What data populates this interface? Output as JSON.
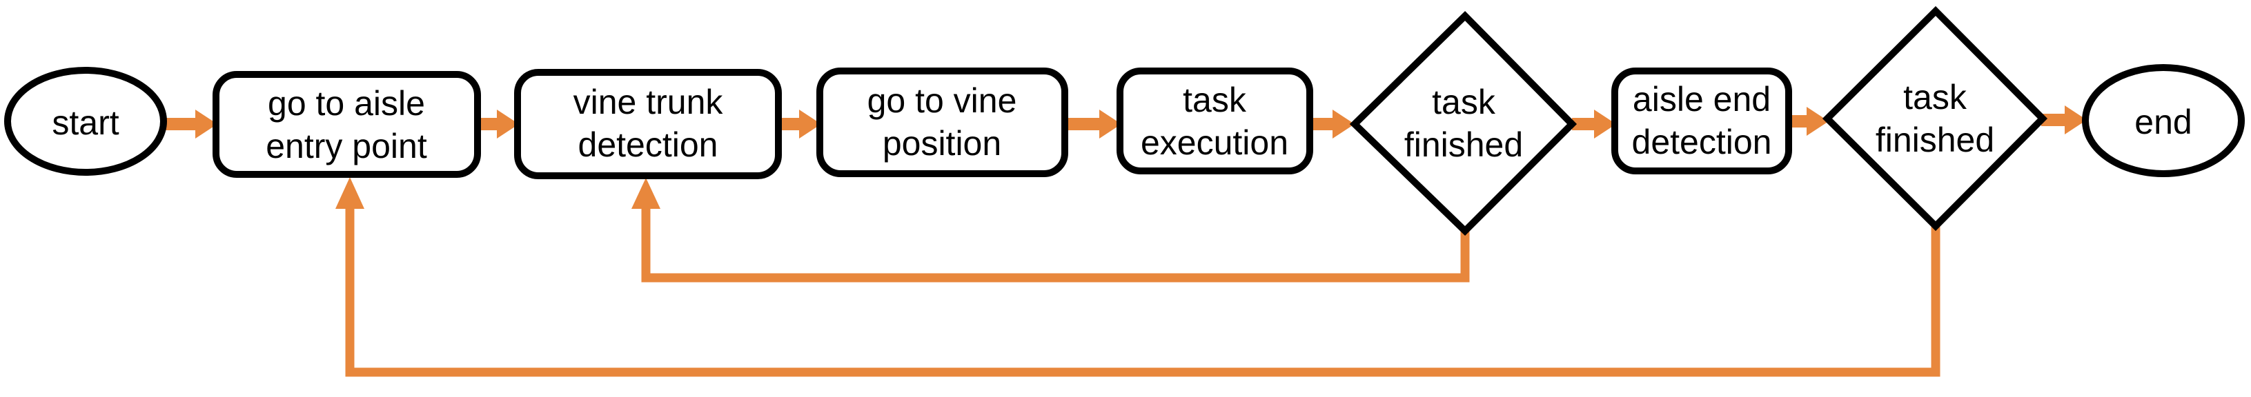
{
  "diagram": {
    "type": "flowchart",
    "direction": "left-to-right",
    "background": "#ffffff",
    "colors": {
      "arrow": "#E8873C",
      "shape_stroke": "#000000",
      "shape_fill": "#ffffff",
      "text": "#000000"
    },
    "nodes": [
      {
        "id": "start",
        "shape": "ellipse",
        "label": "start",
        "lines": [
          "start"
        ]
      },
      {
        "id": "go_to_aisle_entry_point",
        "shape": "rounded-rect",
        "label": "go to aisle entry point",
        "lines": [
          "go to aisle",
          "entry point"
        ]
      },
      {
        "id": "vine_trunk_detection",
        "shape": "rounded-rect",
        "label": "vine trunk detection",
        "lines": [
          "vine trunk",
          "detection"
        ]
      },
      {
        "id": "go_to_vine_position",
        "shape": "rounded-rect",
        "label": "go to vine position",
        "lines": [
          "go to vine",
          "position"
        ]
      },
      {
        "id": "task_execution",
        "shape": "rounded-rect",
        "label": "task execution",
        "lines": [
          "task",
          "execution"
        ]
      },
      {
        "id": "task_finished_1",
        "shape": "diamond",
        "label": "task finished",
        "lines": [
          "task",
          "finished"
        ]
      },
      {
        "id": "aisle_end_detection",
        "shape": "rounded-rect",
        "label": "aisle end detection",
        "lines": [
          "aisle end",
          "detection"
        ]
      },
      {
        "id": "task_finished_2",
        "shape": "diamond",
        "label": "task finished",
        "lines": [
          "task",
          "finished"
        ]
      },
      {
        "id": "end",
        "shape": "ellipse",
        "label": "end",
        "lines": [
          "end"
        ]
      }
    ],
    "edges": [
      {
        "from": "start",
        "to": "go_to_aisle_entry_point",
        "kind": "forward"
      },
      {
        "from": "go_to_aisle_entry_point",
        "to": "vine_trunk_detection",
        "kind": "forward"
      },
      {
        "from": "vine_trunk_detection",
        "to": "go_to_vine_position",
        "kind": "forward"
      },
      {
        "from": "go_to_vine_position",
        "to": "task_execution",
        "kind": "forward"
      },
      {
        "from": "task_execution",
        "to": "task_finished_1",
        "kind": "forward"
      },
      {
        "from": "task_finished_1",
        "to": "aisle_end_detection",
        "kind": "forward"
      },
      {
        "from": "task_finished_1",
        "to": "vine_trunk_detection",
        "kind": "loop-back"
      },
      {
        "from": "aisle_end_detection",
        "to": "task_finished_2",
        "kind": "forward"
      },
      {
        "from": "task_finished_2",
        "to": "end",
        "kind": "forward"
      },
      {
        "from": "task_finished_2",
        "to": "go_to_aisle_entry_point",
        "kind": "loop-back"
      }
    ]
  }
}
